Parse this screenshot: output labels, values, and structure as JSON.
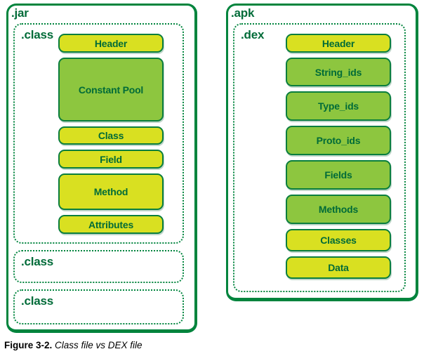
{
  "colors": {
    "panel_border": "#00843d",
    "box_border": "#0a7e3e",
    "box_yellow": "#d9e021",
    "box_green": "#8dc63f",
    "text_green": "#006b38"
  },
  "left_panel": {
    "label": ".jar",
    "class_box": {
      "label": ".class",
      "items": [
        {
          "label": "Header",
          "color": "yellow",
          "height": 27
        },
        {
          "label": "Constant Pool",
          "color": "green",
          "height": 91
        },
        {
          "label": "Class",
          "color": "yellow",
          "height": 26
        },
        {
          "label": "Field",
          "color": "yellow",
          "height": 27
        },
        {
          "label": "Method",
          "color": "yellow",
          "height": 52
        },
        {
          "label": "Attributes",
          "color": "yellow",
          "height": 27
        }
      ]
    },
    "extra_class_boxes": [
      {
        "label": ".class"
      },
      {
        "label": ".class"
      }
    ]
  },
  "right_panel": {
    "label": ".apk",
    "dex_box": {
      "label": ".dex",
      "items": [
        {
          "label": "Header",
          "color": "yellow",
          "height": 27
        },
        {
          "label": "String_ids",
          "color": "green",
          "height": 41
        },
        {
          "label": "Type_ids",
          "color": "green",
          "height": 42
        },
        {
          "label": "Proto_ids",
          "color": "green",
          "height": 42
        },
        {
          "label": "Fields",
          "color": "green",
          "height": 42
        },
        {
          "label": "Methods",
          "color": "green",
          "height": 42
        },
        {
          "label": "Classes",
          "color": "yellow",
          "height": 32
        },
        {
          "label": "Data",
          "color": "yellow",
          "height": 32
        }
      ]
    }
  },
  "caption": {
    "prefix": "Figure 3-2.",
    "text": "Class file vs DEX file"
  }
}
